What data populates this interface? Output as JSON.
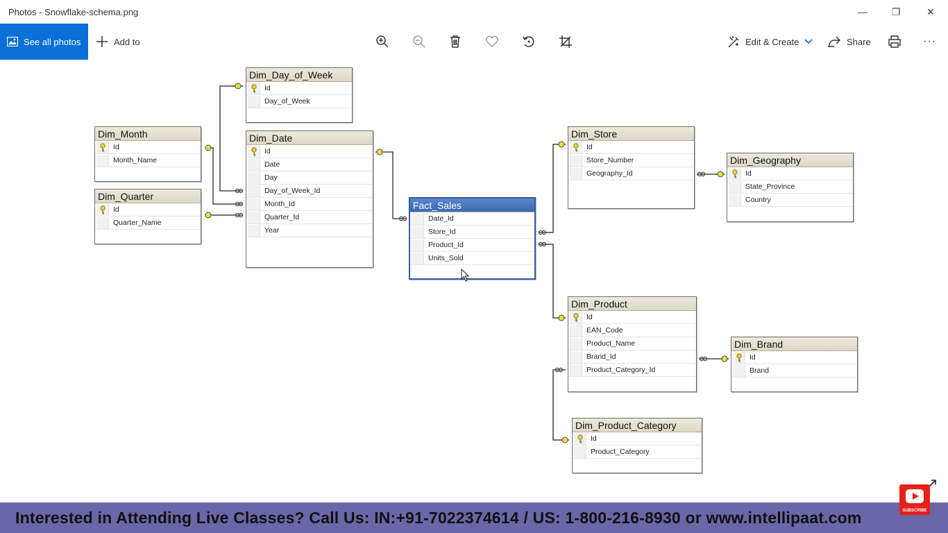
{
  "window": {
    "title": "Photos - Snowflake-schema.png",
    "minimize": "—",
    "maximize": "❐",
    "close": "✕"
  },
  "toolbar": {
    "see_all": "See all photos",
    "add_to": "Add to",
    "edit_create": "Edit & Create",
    "share": "Share",
    "more": "···",
    "icons": [
      "zoom-in-icon",
      "zoom-out-icon",
      "delete-icon",
      "favorite-icon",
      "rotate-icon",
      "crop-icon",
      "print-icon"
    ]
  },
  "schema": {
    "tables": {
      "dim_day_of_week": {
        "name": "Dim_Day_of_Week",
        "cols": [
          "Id",
          "Day_of_Week"
        ]
      },
      "dim_month": {
        "name": "Dim_Month",
        "cols": [
          "Id",
          "Month_Name"
        ]
      },
      "dim_quarter": {
        "name": "Dim_Quarter",
        "cols": [
          "Id",
          "Quarter_Name"
        ]
      },
      "dim_date": {
        "name": "Dim_Date",
        "cols": [
          "Id",
          "Date",
          "Day",
          "Day_of_Week_Id",
          "Month_Id",
          "Quarter_Id",
          "Year"
        ]
      },
      "fact_sales": {
        "name": "Fact_Sales",
        "cols": [
          "Date_Id",
          "Store_Id",
          "Product_Id",
          "Units_Sold"
        ]
      },
      "dim_store": {
        "name": "Dim_Store",
        "cols": [
          "Id",
          "Store_Number",
          "Geography_Id"
        ]
      },
      "dim_geography": {
        "name": "Dim_Geography",
        "cols": [
          "Id",
          "State_Province",
          "Country"
        ]
      },
      "dim_product": {
        "name": "Dim_Product",
        "cols": [
          "Id",
          "EAN_Code",
          "Product_Name",
          "Brand_Id",
          "Product_Category_Id"
        ]
      },
      "dim_brand": {
        "name": "Dim_Brand",
        "cols": [
          "Id",
          "Brand"
        ]
      },
      "dim_product_category": {
        "name": "Dim_Product_Category",
        "cols": [
          "Id",
          "Product_Category"
        ]
      }
    }
  },
  "banner": {
    "text": "Interested in Attending Live Classes? Call Us: IN:+91-7022374614 / US: 1-800-216-8930 or www.intellipaat.com"
  },
  "youtube": {
    "label": "SUBSCRIBE"
  }
}
